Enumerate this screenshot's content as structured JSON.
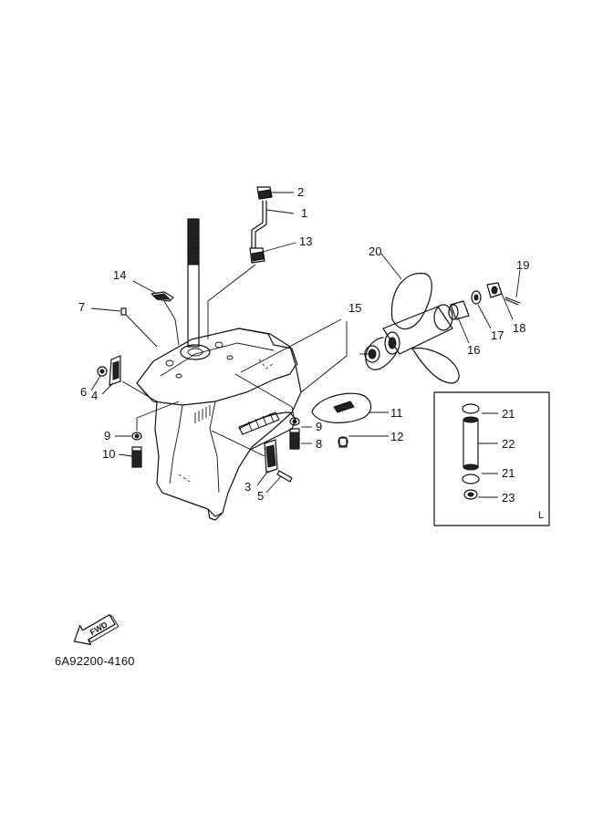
{
  "diagram": {
    "callouts": {
      "c1": "1",
      "c2": "2",
      "c3": "3",
      "c4": "4",
      "c5": "5",
      "c6": "6",
      "c7": "7",
      "c8": "8",
      "c9a": "9",
      "c9b": "9",
      "c10": "10",
      "c11": "11",
      "c12": "12",
      "c13": "13",
      "c14": "14",
      "c15": "15",
      "c16": "16",
      "c17": "17",
      "c18": "18",
      "c19": "19",
      "c20": "20",
      "c21a": "21",
      "c21b": "21",
      "c22": "22",
      "c23": "23"
    },
    "inset_tag": "L",
    "fwd_label": "FWD",
    "figure_code": "6A92200-4160"
  }
}
